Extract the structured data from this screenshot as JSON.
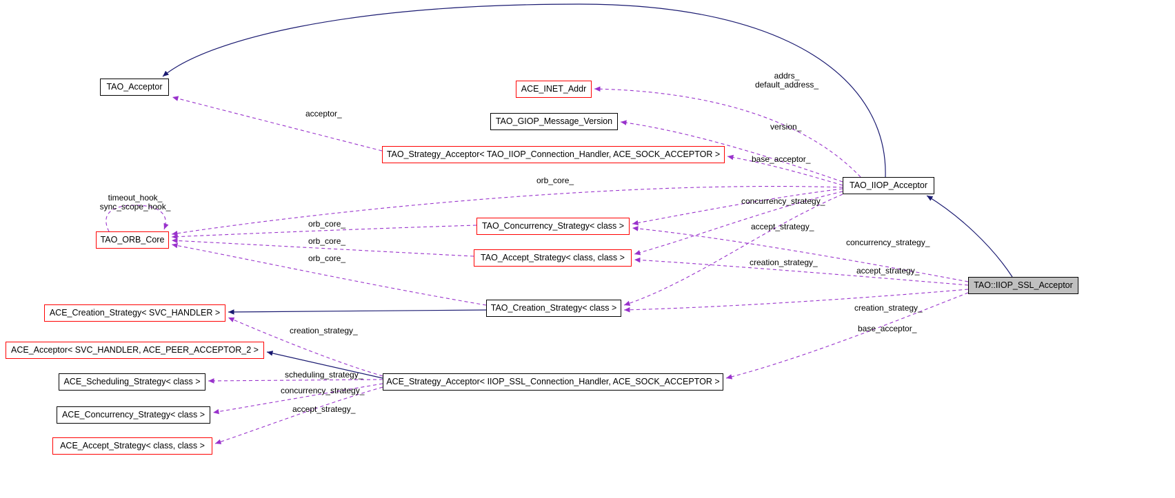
{
  "diagram": {
    "type": "doxygen-collaboration-graph",
    "colors": {
      "background": "#ffffff",
      "inheritance_edge": "#191970",
      "usage_edge": "#9932cc",
      "node_border": "#000000",
      "truncated_node_border": "#ff0000",
      "focus_node_fill": "#c0c0c0"
    },
    "nodes": {
      "tao_acceptor": {
        "label": "TAO_Acceptor",
        "border": "black"
      },
      "ace_inet_addr": {
        "label": "ACE_INET_Addr",
        "border": "red"
      },
      "tao_giop_message_version": {
        "label": "TAO_GIOP_Message_Version",
        "border": "black"
      },
      "tao_strategy_acceptor": {
        "label": "TAO_Strategy_Acceptor< TAO_IIOP_Connection_Handler, ACE_SOCK_ACCEPTOR >",
        "border": "red"
      },
      "tao_iiop_acceptor": {
        "label": "TAO_IIOP_Acceptor",
        "border": "black"
      },
      "tao_orb_core": {
        "label": "TAO_ORB_Core",
        "border": "red"
      },
      "tao_concurrency_strategy": {
        "label": "TAO_Concurrency_Strategy< class >",
        "border": "red"
      },
      "tao_accept_strategy": {
        "label": "TAO_Accept_Strategy< class, class >",
        "border": "red"
      },
      "tao_iiop_ssl_acceptor": {
        "label": "TAO::IIOP_SSL_Acceptor",
        "border": "black",
        "fill": "gray",
        "focus": true
      },
      "tao_creation_strategy": {
        "label": "TAO_Creation_Strategy< class >",
        "border": "black"
      },
      "ace_creation_strategy": {
        "label": "ACE_Creation_Strategy< SVC_HANDLER >",
        "border": "red"
      },
      "ace_acceptor": {
        "label": "ACE_Acceptor< SVC_HANDLER, ACE_PEER_ACCEPTOR_2 >",
        "border": "red"
      },
      "ace_scheduling_strategy": {
        "label": "ACE_Scheduling_Strategy< class >",
        "border": "black"
      },
      "ace_strategy_acceptor": {
        "label": "ACE_Strategy_Acceptor< IIOP_SSL_Connection_Handler, ACE_SOCK_ACCEPTOR >",
        "border": "black"
      },
      "ace_concurrency_strategy": {
        "label": "ACE_Concurrency_Strategy< class >",
        "border": "black"
      },
      "ace_accept_strategy": {
        "label": "ACE_Accept_Strategy< class, class >",
        "border": "red"
      }
    },
    "edge_labels": {
      "acceptor": "acceptor_",
      "addrs": "addrs_",
      "default_address": "default_address_",
      "version": "version_",
      "base_acceptor": "base_acceptor_",
      "orb_core": "orb_core_",
      "timeout_hook": "timeout_hook_",
      "sync_scope_hook": "sync_scope_hook_",
      "concurrency_strategy": "concurrency_strategy_",
      "accept_strategy": "accept_strategy_",
      "creation_strategy": "creation_strategy_",
      "scheduling_strategy": "scheduling_strategy_"
    },
    "edges": [
      {
        "from": "tao_iiop_acceptor",
        "to": "tao_acceptor",
        "type": "inheritance"
      },
      {
        "from": "tao_iiop_ssl_acceptor",
        "to": "tao_iiop_acceptor",
        "type": "inheritance"
      },
      {
        "from": "tao_creation_strategy",
        "to": "ace_creation_strategy",
        "type": "inheritance"
      },
      {
        "from": "ace_strategy_acceptor",
        "to": "ace_acceptor",
        "type": "inheritance"
      },
      {
        "from": "tao_strategy_acceptor",
        "to": "tao_acceptor",
        "type": "usage",
        "label": "acceptor_"
      },
      {
        "from": "tao_iiop_acceptor",
        "to": "ace_inet_addr",
        "type": "usage",
        "label": [
          "addrs_",
          "default_address_"
        ]
      },
      {
        "from": "tao_iiop_acceptor",
        "to": "tao_giop_message_version",
        "type": "usage",
        "label": "version_"
      },
      {
        "from": "tao_iiop_acceptor",
        "to": "tao_strategy_acceptor",
        "type": "usage",
        "label": "base_acceptor_"
      },
      {
        "from": "tao_iiop_acceptor",
        "to": "tao_orb_core",
        "type": "usage",
        "label": "orb_core_"
      },
      {
        "from": "tao_orb_core",
        "to": "tao_orb_core",
        "type": "usage",
        "label": [
          "timeout_hook_",
          "sync_scope_hook_"
        ]
      },
      {
        "from": "tao_concurrency_strategy",
        "to": "tao_orb_core",
        "type": "usage",
        "label": "orb_core_"
      },
      {
        "from": "tao_accept_strategy",
        "to": "tao_orb_core",
        "type": "usage",
        "label": "orb_core_"
      },
      {
        "from": "tao_creation_strategy",
        "to": "tao_orb_core",
        "type": "usage",
        "label": "orb_core_"
      },
      {
        "from": "tao_iiop_acceptor",
        "to": "tao_concurrency_strategy",
        "type": "usage",
        "label": "concurrency_strategy_"
      },
      {
        "from": "tao_iiop_acceptor",
        "to": "tao_accept_strategy",
        "type": "usage",
        "label": "accept_strategy_"
      },
      {
        "from": "tao_iiop_acceptor",
        "to": "tao_creation_strategy",
        "type": "usage",
        "label": "creation_strategy_"
      },
      {
        "from": "tao_iiop_ssl_acceptor",
        "to": "tao_concurrency_strategy",
        "type": "usage",
        "label": "concurrency_strategy_"
      },
      {
        "from": "tao_iiop_ssl_acceptor",
        "to": "tao_accept_strategy",
        "type": "usage",
        "label": "accept_strategy_"
      },
      {
        "from": "tao_iiop_ssl_acceptor",
        "to": "tao_creation_strategy",
        "type": "usage",
        "label": "creation_strategy_"
      },
      {
        "from": "tao_iiop_ssl_acceptor",
        "to": "ace_strategy_acceptor",
        "type": "usage",
        "label": "base_acceptor_"
      },
      {
        "from": "ace_strategy_acceptor",
        "to": "ace_creation_strategy",
        "type": "usage",
        "label": "creation_strategy_"
      },
      {
        "from": "ace_strategy_acceptor",
        "to": "ace_scheduling_strategy",
        "type": "usage",
        "label": "scheduling_strategy_"
      },
      {
        "from": "ace_strategy_acceptor",
        "to": "ace_concurrency_strategy",
        "type": "usage",
        "label": "concurrency_strategy_"
      },
      {
        "from": "ace_strategy_acceptor",
        "to": "ace_accept_strategy",
        "type": "usage",
        "label": "accept_strategy_"
      }
    ]
  }
}
